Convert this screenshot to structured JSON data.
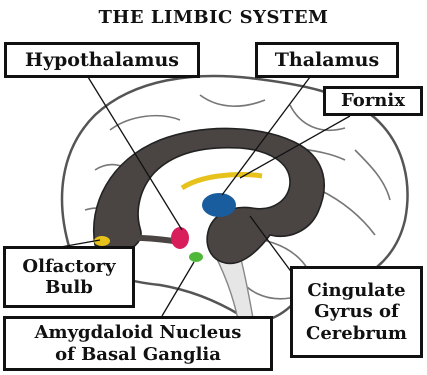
{
  "title": "THE LIMBIC SYSTEM",
  "labels": {
    "hypothalamus": "Hypothalamus",
    "thalamus": "Thalamus",
    "fornix": "Fornix",
    "olfactory_bulb": "Olfactory\nBulb",
    "cingulate_gyrus": "Cingulate\nGyrus of\nCerebrum",
    "amygdaloid": "Amygdaloid Nucleus\nof Basal Ganglia"
  },
  "colors": {
    "limbic_fill": "#4a4543",
    "thalamus_blue": "#1a5d9e",
    "fornix_yellow": "#e8c21c",
    "hypothalamus_pink": "#d81e5b",
    "amygdala_green": "#4fb83a",
    "olfactory_yellow": "#e8c21c"
  }
}
